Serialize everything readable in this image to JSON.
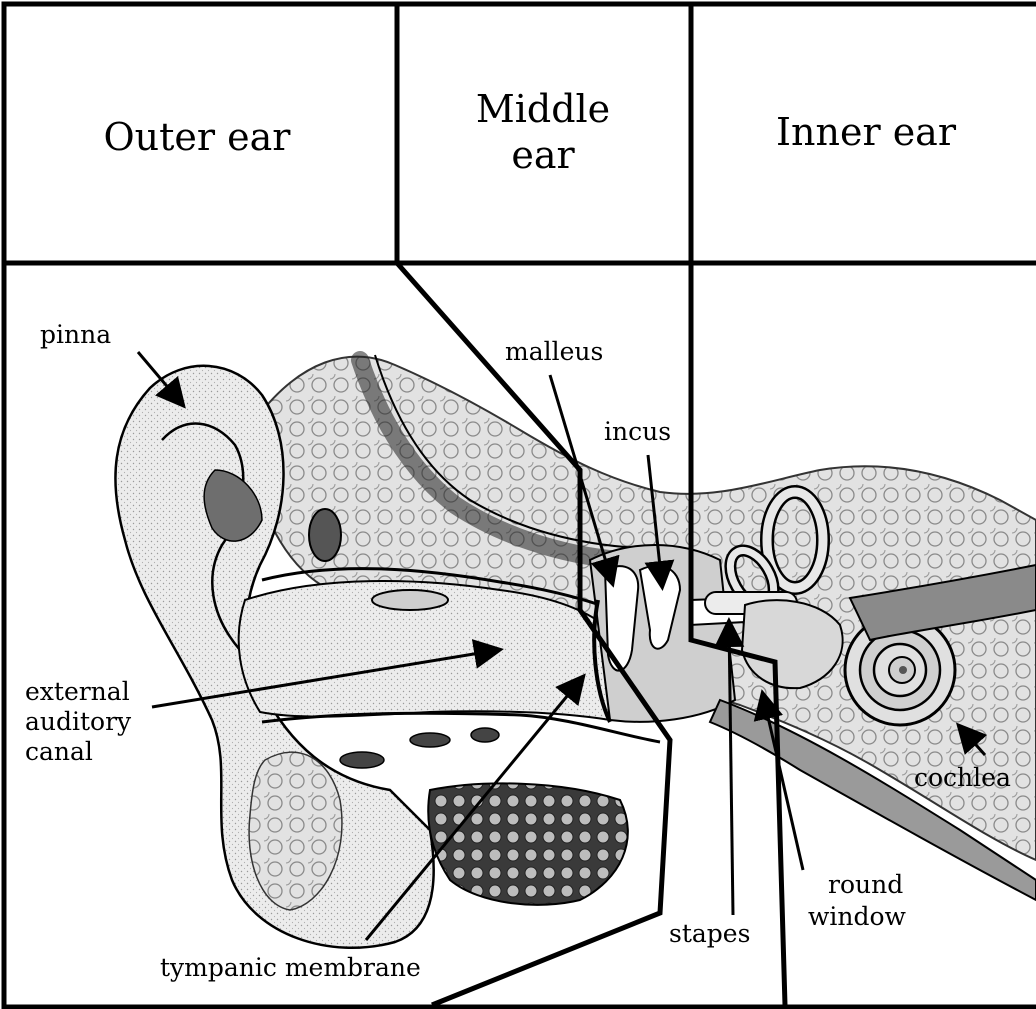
{
  "headers": {
    "outer_ear": "Outer ear",
    "middle_ear_line1": "Middle",
    "middle_ear_line2": "ear",
    "inner_ear": "Inner ear"
  },
  "labels": {
    "pinna": "pinna",
    "malleus": "malleus",
    "incus": "incus",
    "external_auditory_canal_line1": "external",
    "external_auditory_canal_line2": "auditory",
    "external_auditory_canal_line3": "canal",
    "cochlea": "cochlea",
    "round_window_line1": "round",
    "round_window_line2": "window",
    "stapes": "stapes",
    "tympanic_membrane": "tympanic membrane"
  },
  "colors": {
    "line": "#000000",
    "tissue": "#e6e6e6",
    "bone": "#c8c8c8",
    "dark": "#5a5a5a",
    "background": "#ffffff"
  }
}
